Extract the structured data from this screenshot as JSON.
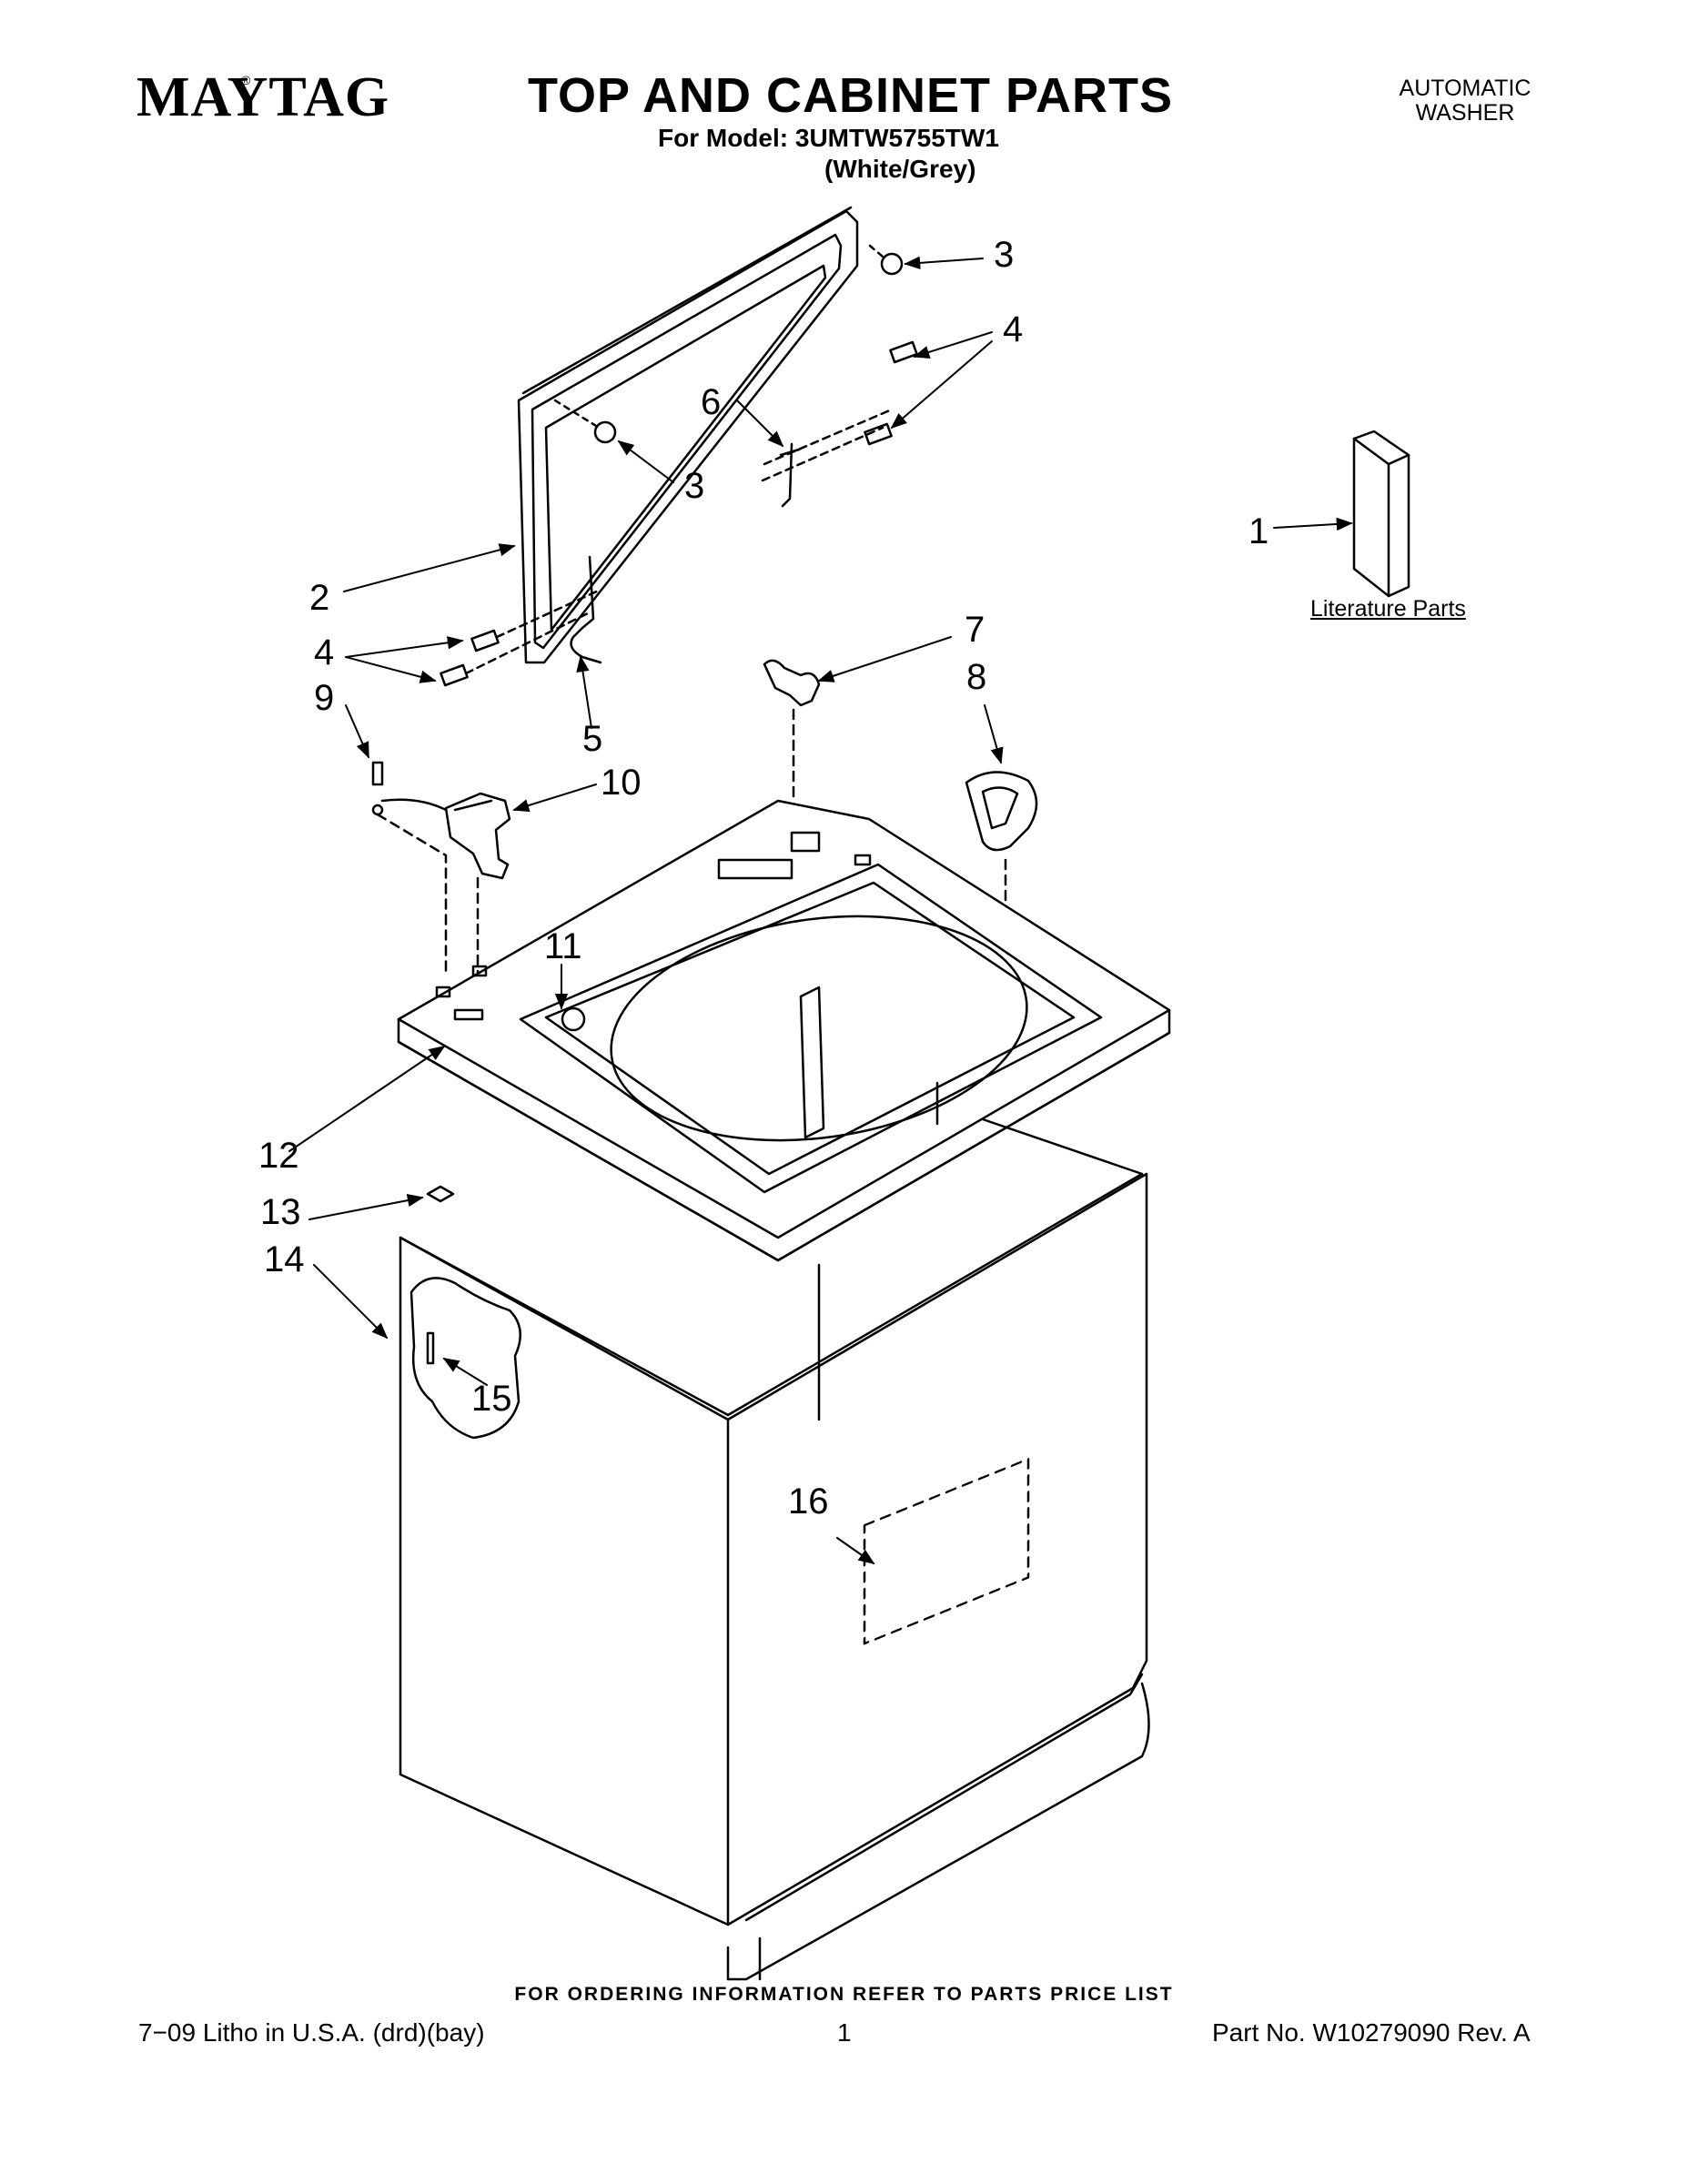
{
  "header": {
    "brand": "MAYTAG",
    "brand_mark": "®",
    "title": "TOP AND CABINET PARTS",
    "model_line": "For Model: 3UMTW5755TW1",
    "variant": "(White/Grey)",
    "product_line1": "AUTOMATIC",
    "product_line2": "WASHER"
  },
  "callouts": {
    "c1": "1",
    "c2": "2",
    "c3a": "3",
    "c3b": "3",
    "c4a": "4",
    "c4b": "4",
    "c5": "5",
    "c6": "6",
    "c7": "7",
    "c8": "8",
    "c9": "9",
    "c10": "10",
    "c11": "11",
    "c12": "12",
    "c13": "13",
    "c14": "14",
    "c15": "15",
    "c16": "16"
  },
  "literature_label": "Literature Parts",
  "footer": {
    "order_note": "FOR ORDERING INFORMATION REFER TO PARTS PRICE LIST",
    "left": "7−09 Litho in U.S.A. (drd)(bay)",
    "page": "1",
    "part_no": "Part No. W10279090 Rev. A"
  }
}
